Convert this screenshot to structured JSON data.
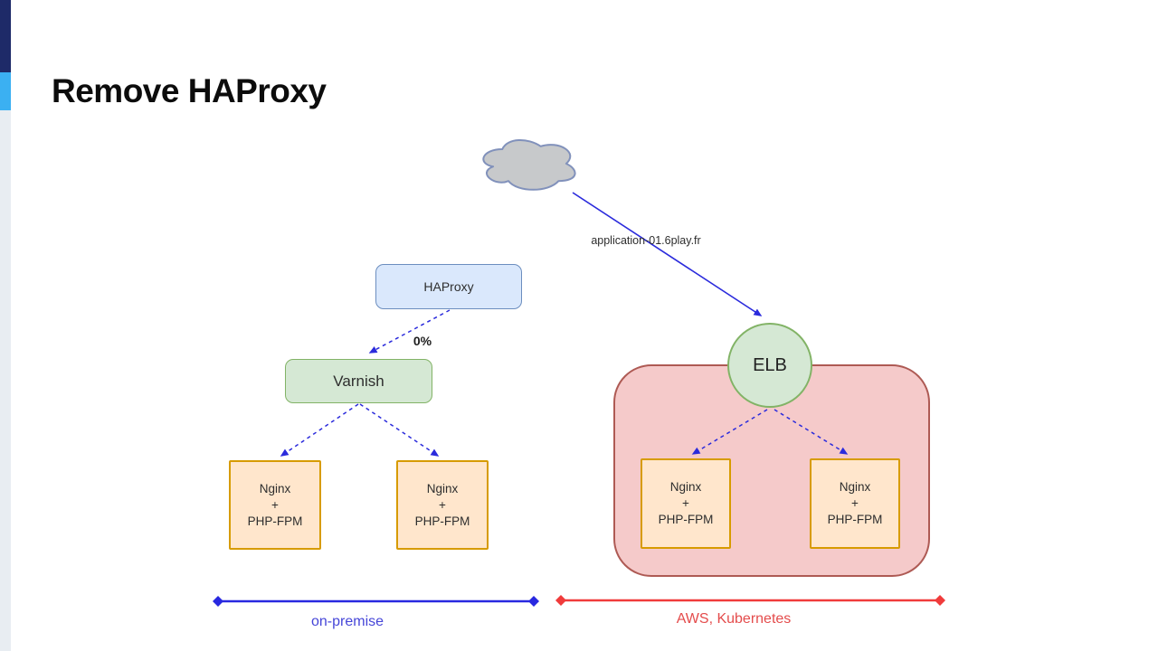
{
  "slide": {
    "title": "Remove HAProxy"
  },
  "accents": {
    "navy_bar": "#1e2a68",
    "blue_bar": "#3bb0f2",
    "side_strip": "#e8edf2"
  },
  "diagram": {
    "cloud": {
      "name": "internet-cloud",
      "fill": "#c7c9cb",
      "border": "#8191bb"
    },
    "dns_label": "application-01.6play.fr",
    "weight_label": "0%",
    "nodes": {
      "haproxy": {
        "label": "HAProxy",
        "fill": "#dae8fc",
        "border": "#6c8ebf"
      },
      "varnish": {
        "label": "Varnish",
        "fill": "#d5e8d4",
        "border": "#82b366"
      },
      "elb": {
        "label": "ELB",
        "fill": "#d5e8d4",
        "border": "#82b366"
      },
      "nginx_onprem_1": {
        "label": "Nginx\n+\nPHP-FPM",
        "fill": "#ffe6cc",
        "border": "#d79b00"
      },
      "nginx_onprem_2": {
        "label": "Nginx\n+\nPHP-FPM",
        "fill": "#ffe6cc",
        "border": "#d79b00"
      },
      "nginx_aws_1": {
        "label": "Nginx\n+\nPHP-FPM",
        "fill": "#ffe6cc",
        "border": "#d79b00"
      },
      "nginx_aws_2": {
        "label": "Nginx\n+\nPHP-FPM",
        "fill": "#ffe6cc",
        "border": "#d79b00"
      }
    },
    "aws_container": {
      "fill": "#f5caca",
      "border": "#ae5a54"
    },
    "arrow_color": "#2b2bdc",
    "regions": {
      "on_premise": {
        "label": "on-premise",
        "color": "#4646d8",
        "line_color": "#2828e0"
      },
      "aws": {
        "label": "AWS, Kubernetes",
        "color": "#e44c4c",
        "line_color": "#f03b3b"
      }
    }
  }
}
